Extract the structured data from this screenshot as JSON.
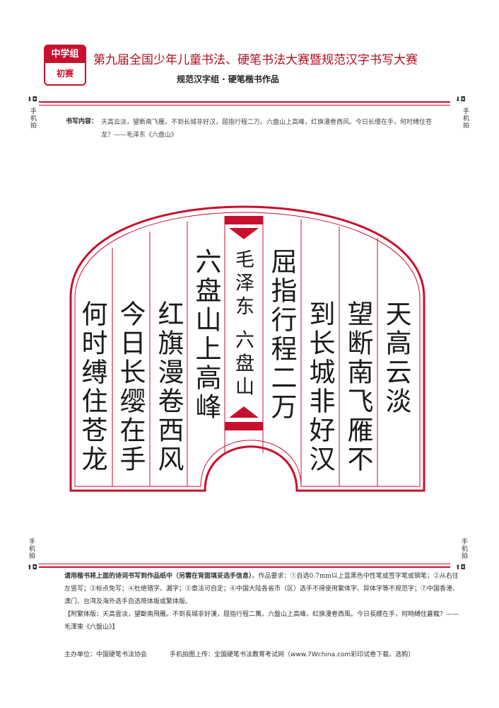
{
  "header": {
    "badge_top": "中学组",
    "badge_bottom": "初赛",
    "title": "第九届全国少年儿童书法、硬笔书法大赛暨规范汉字书写大赛",
    "subtitle": "规范汉字组 · 硬笔楷书作品"
  },
  "side_marks": {
    "icon": "⬇◘",
    "text": "手机拍",
    "icon_bottom": "⬆◘"
  },
  "content": {
    "label": "书写内容：",
    "text": "天高云淡，望断南飞雁。不到长城非好汉，屈指行程二万。六盘山上高峰，红旗漫卷西风。今日长缨在手，何时缚住苍龙？——毛泽东《六盘山》"
  },
  "artwork": {
    "columns": [
      "天高云淡",
      "望断南飞雁不",
      "到长城非好汉",
      "屈指行程二万",
      "毛泽东 六盘山",
      "六盘山上高峰",
      "红旗漫卷西风",
      "今日长缨在手",
      "何时缚住苍龙"
    ]
  },
  "instructions": {
    "lead": "请用楷书将上面的诗词书写到作品纸中（另需在背面填妥选手信息）",
    "body": "。作品要求：①自选0.7mm以上蓝黑色中性笔或签字笔或钢笔；②从右往左竖写；③标点免写；④杜绝错字、漏字；⑤章法可自定；⑥中国大陆各省市（区）选手不得使用繁体字、异体字等不规范字；⑦中国香港、澳门、台湾及海外选手自选简体版或繁体版。",
    "traditional": "【附繁体版：天高雲淡，望斷南飛雁。不到長城非好漢，屈指行程二萬。六盤山上高峰，紅旗漫卷西風。今日長纓在手，何時縛住蒼龍？——毛澤東《六盤山》】"
  },
  "footer": {
    "organizer": "主办单位：中国硬笔书法协会",
    "upload": "手机拍图上传：全国硬笔书法教育考试网（www.7Wchina.com彩印试卷下载、选购）"
  },
  "colors": {
    "accent": "#c8102e"
  }
}
